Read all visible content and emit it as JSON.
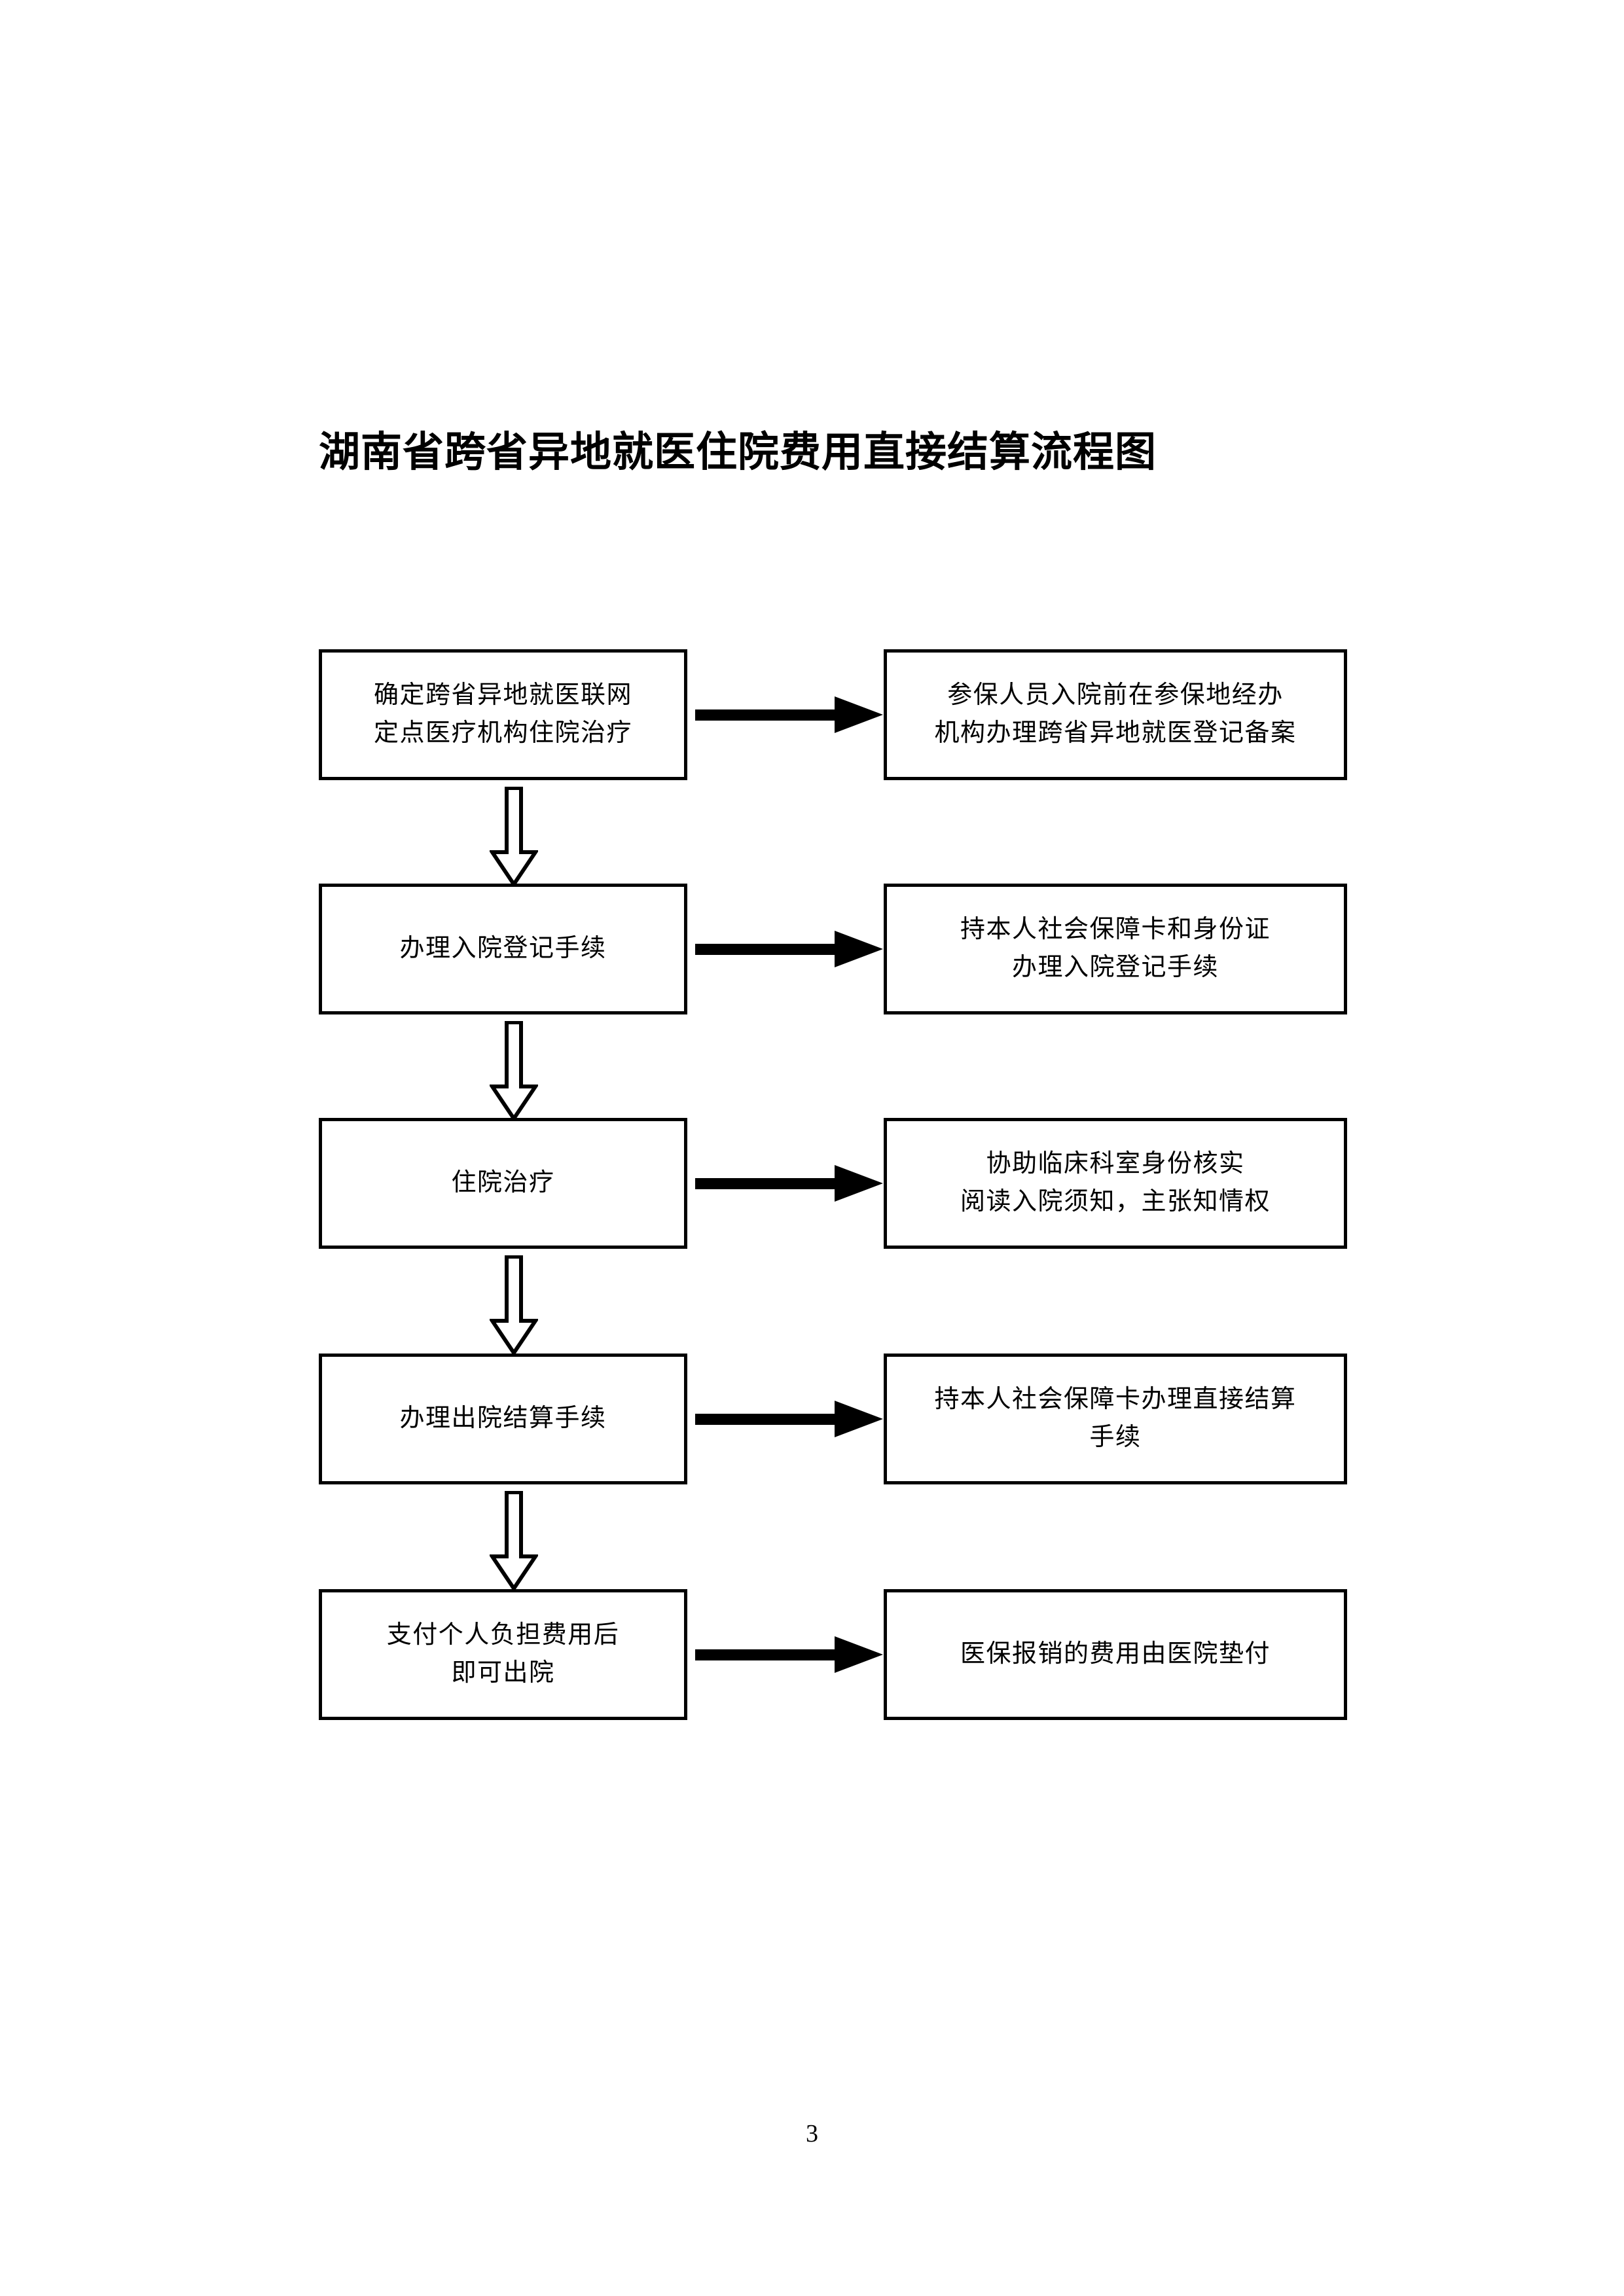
{
  "document": {
    "title": "湖南省跨省异地就医住院费用直接结算流程图",
    "page_number": "3"
  },
  "flow": {
    "rows": [
      {
        "left": "确定跨省异地就医联网\n定点医疗机构住院治疗",
        "right": "参保人员入院前在参保地经办\n机构办理跨省异地就医登记备案"
      },
      {
        "left": "办理入院登记手续",
        "right": "持本人社会保障卡和身份证\n办理入院登记手续"
      },
      {
        "left": "住院治疗",
        "right": "协助临床科室身份核实\n阅读入院须知，主张知情权"
      },
      {
        "left": "办理出院结算手续",
        "right": "持本人社会保障卡办理直接结算\n手续"
      },
      {
        "left": "支付个人负担费用后\n即可出院",
        "right": "医保报销的费用由医院垫付"
      }
    ]
  },
  "style": {
    "line_color": "#000000",
    "background": "#ffffff"
  }
}
